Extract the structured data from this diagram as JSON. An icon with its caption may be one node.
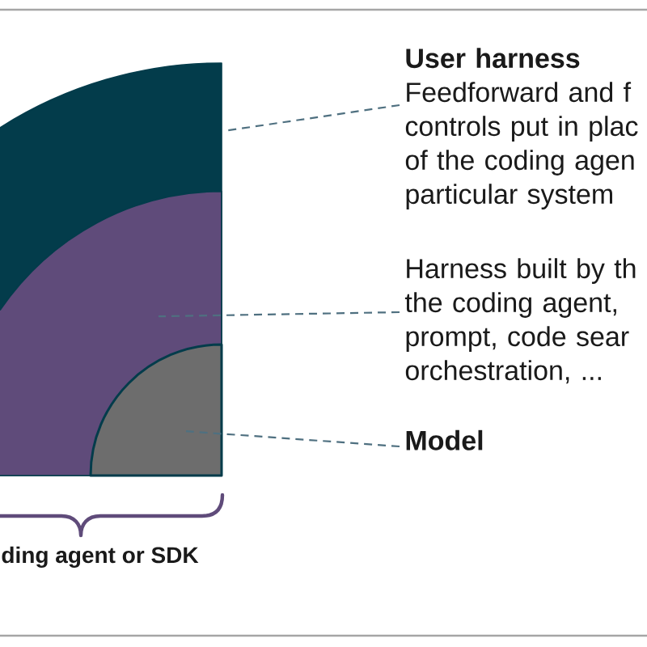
{
  "diagram": {
    "nodes": [
      {
        "text": [],
        "shape": "sector"
      },
      {
        "text": [],
        "shape": "sector",
        "in": 0
      },
      {
        "text": [],
        "shape": "sector",
        "in": 1
      },
      {
        "text": [
          "User harness",
          "Feedforward and f controls put in plac of the coding agen particular system"
        ]
      },
      {
        "text": [
          "Harness built by th the coding agent, prompt, code sear orchestration, ..."
        ]
      },
      {
        "text": [
          "Model"
        ]
      }
    ],
    "edges": [
      {
        "from": 3,
        "to": 0,
        "arrow": "none",
        "style": "dashed"
      },
      {
        "from": 4,
        "to": 1,
        "arrow": "none",
        "style": "dashed"
      },
      {
        "from": 5,
        "to": 2,
        "arrow": "none",
        "style": "dashed"
      }
    ],
    "labels": [
      "ding agent or SDK"
    ]
  }
}
